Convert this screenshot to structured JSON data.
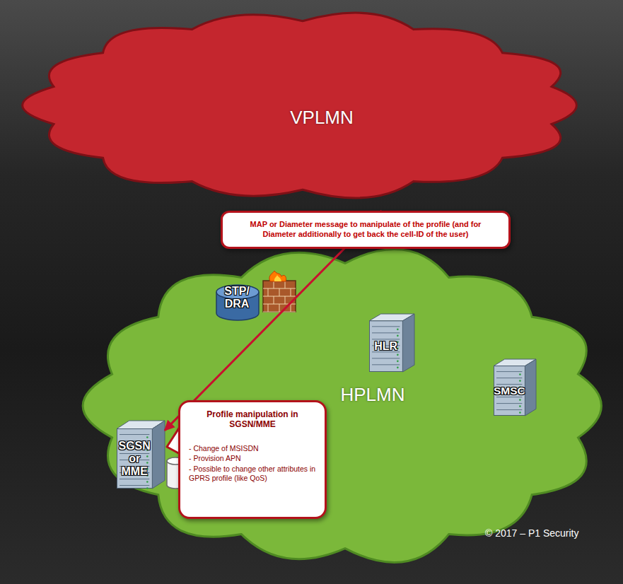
{
  "diagram": {
    "nodes": [
      {
        "text": [
          "VPLMN"
        ]
      },
      {
        "text": [
          "HPLMN"
        ]
      },
      {
        "text": [
          "STP/ DRA"
        ],
        "in": 1
      },
      {
        "text": [
          "HLR"
        ],
        "in": 1
      },
      {
        "text": [
          "SMSC"
        ],
        "in": 1
      },
      {
        "text": [
          "SGSN or MME"
        ],
        "in": 1
      },
      {
        "text": [
          "Profile manipulation in SGSN/MME",
          "- Change of MSISDN",
          "- Provision APN",
          "- Possible to change other attributes in GPRS profile (like QoS)"
        ],
        "in": 1
      }
    ],
    "edges": [
      {
        "from": 0,
        "to": 5,
        "arrow": "to",
        "label": "MAP or Diameter message to manipulate of the profile (and for Diameter additionally to get back the cell-ID of the user)"
      }
    ],
    "labels": [
      "© 2017 – P1 Security"
    ]
  }
}
